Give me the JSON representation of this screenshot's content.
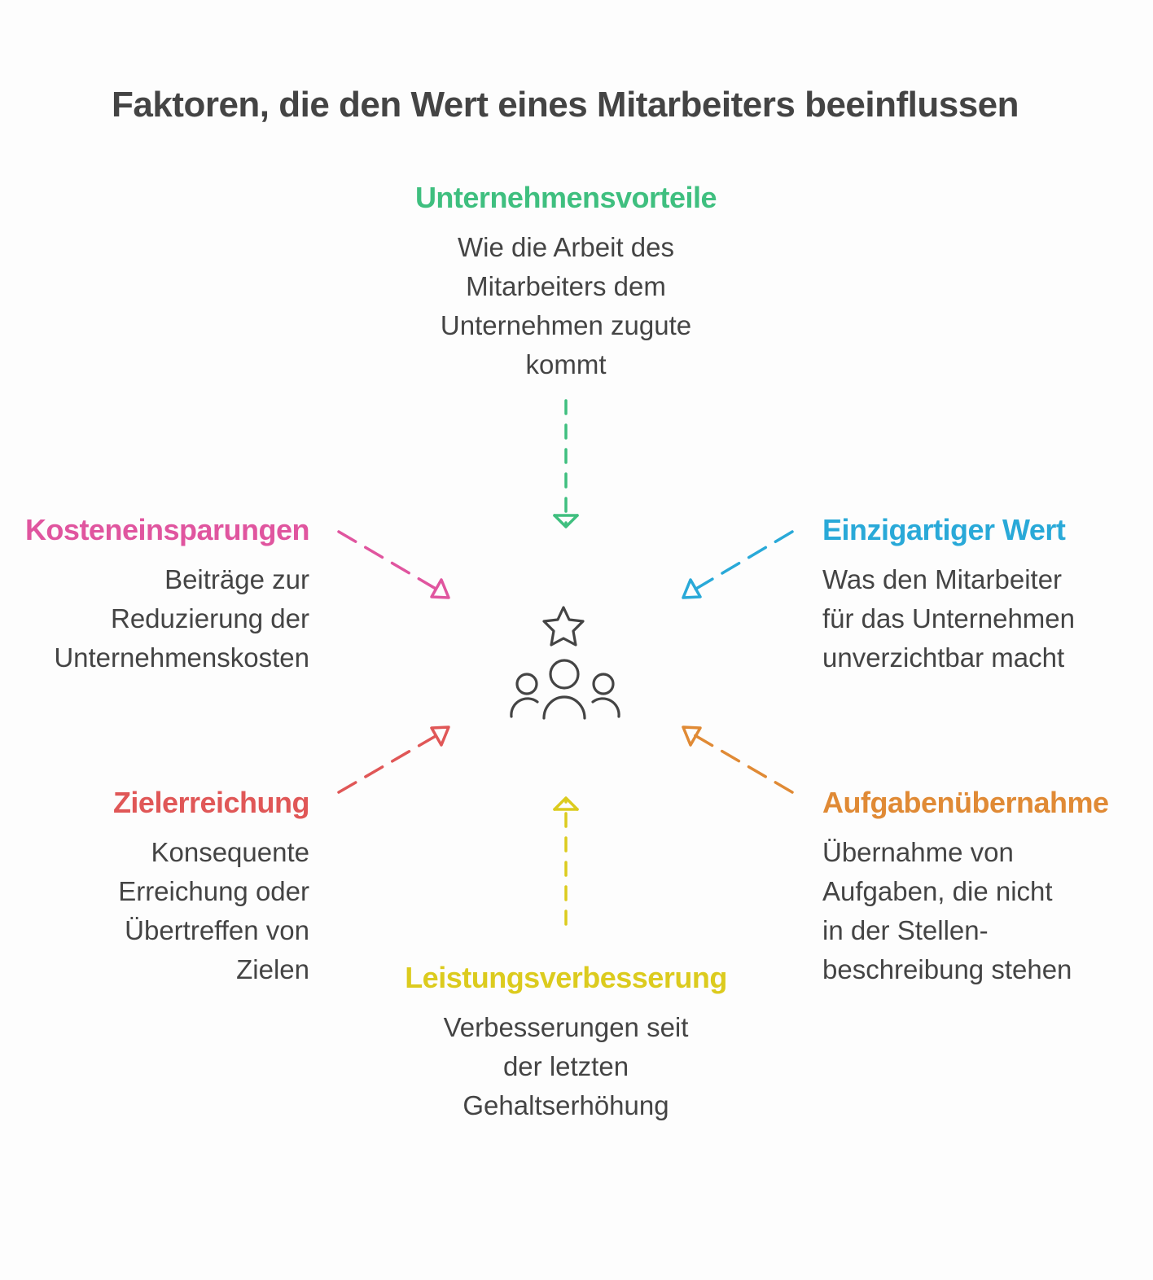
{
  "title": "Faktoren, die den Wert eines Mitarbeiters beeinflussen",
  "nodes": {
    "top": {
      "heading": "Unternehmensvorteile",
      "lines": [
        "Wie die Arbeit des",
        "Mitarbeiters dem",
        "Unternehmen zugute",
        "kommt"
      ],
      "color": "#3fbf7f"
    },
    "upper_right": {
      "heading": "Einzigartiger Wert",
      "lines": [
        "Was den Mitarbeiter",
        "für das Unternehmen",
        "unverzichtbar macht"
      ],
      "color": "#29a9d8"
    },
    "lower_right": {
      "heading": "Aufgabenübernahme",
      "lines": [
        "Übernahme von",
        "Aufgaben, die nicht",
        "in der Stellen-",
        "beschreibung stehen"
      ],
      "color": "#e08a35"
    },
    "bottom": {
      "heading": "Leistungsverbesserung",
      "lines": [
        "Verbesserungen seit",
        "der letzten",
        "Gehaltserhöhung"
      ],
      "color": "#dccb1e"
    },
    "lower_left": {
      "heading": "Zielerreichung",
      "lines": [
        "Konsequente",
        "Erreichung oder",
        "Übertreffen von",
        "Zielen"
      ],
      "color": "#e05757"
    },
    "upper_left": {
      "heading": "Kosteneinsparungen",
      "lines": [
        "Beiträge zur",
        "Reduzierung der",
        "Unternehmenskosten"
      ],
      "color": "#e0559f"
    }
  },
  "center_icon": {
    "name": "team-star-icon",
    "color": "#444444"
  }
}
